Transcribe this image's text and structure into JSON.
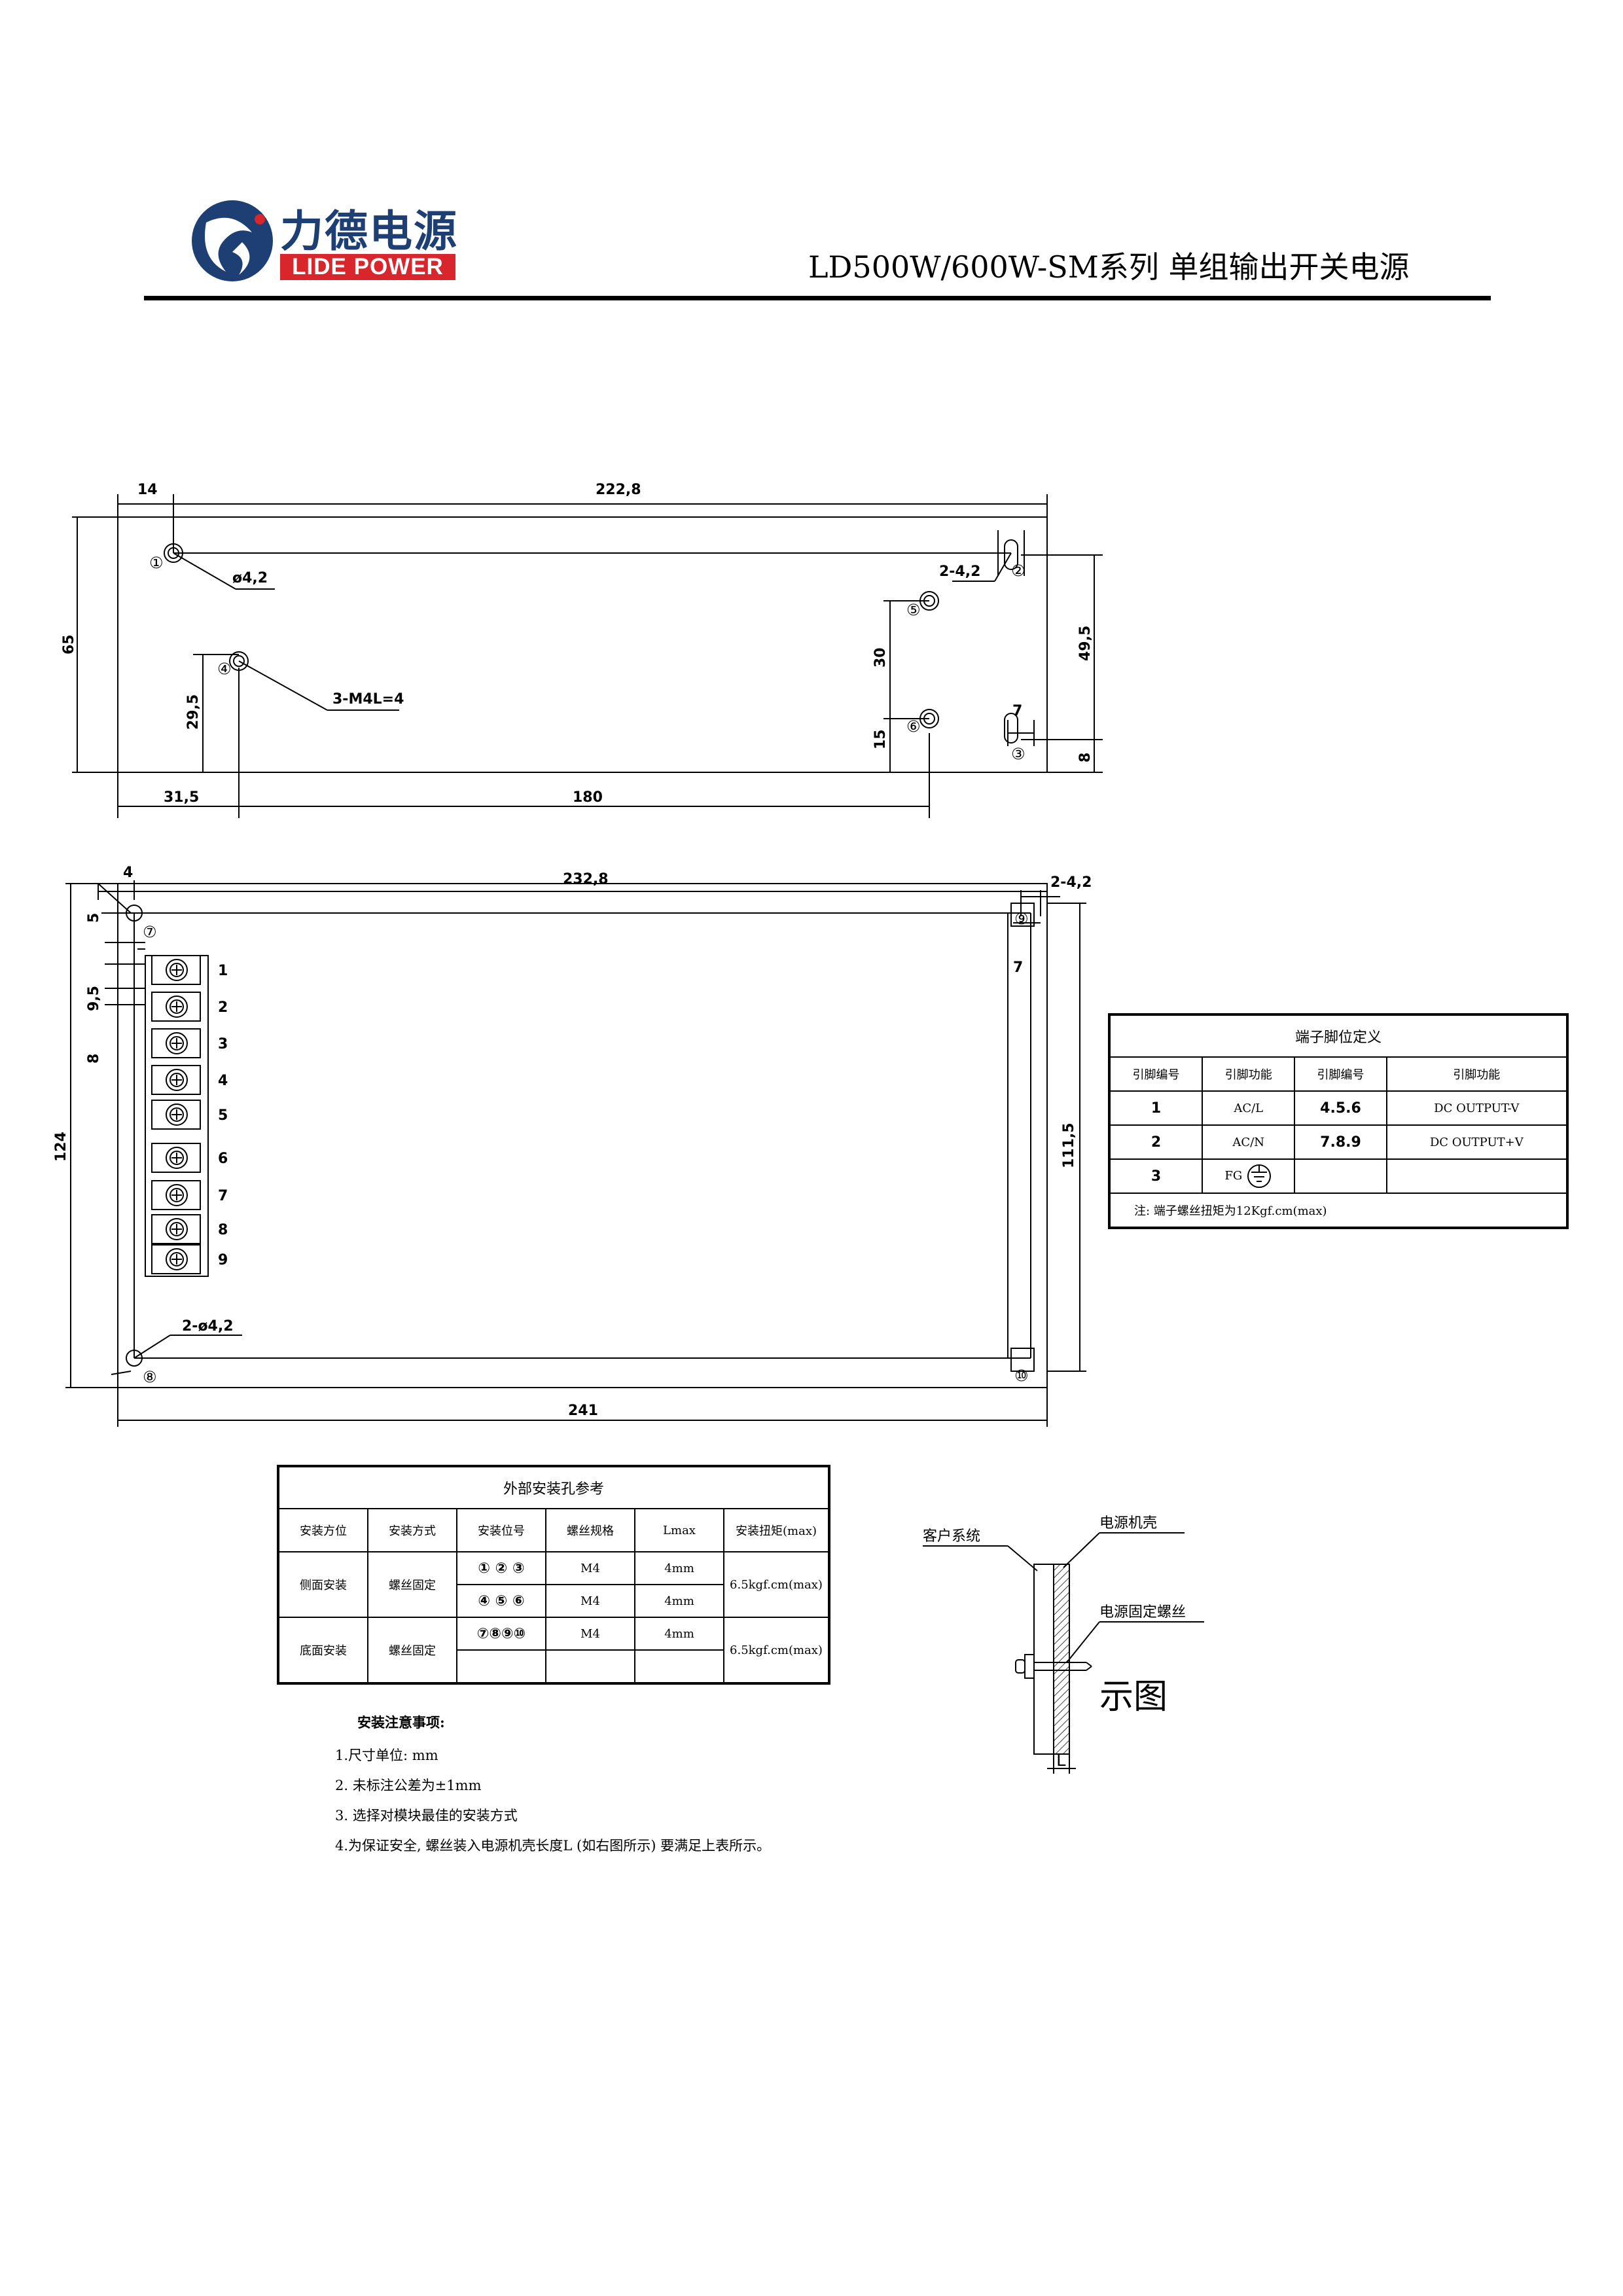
{
  "header": {
    "brand_cn": "力德电源",
    "brand_en": "LIDE POWER",
    "title": "LD500W/600W-SM系列 单组输出开关电源"
  },
  "drawing_top": {
    "dims": {
      "d14": "14",
      "d222": "222,8",
      "d65": "65",
      "d42": "ø4,2",
      "d2_42": "2-4,2",
      "d30": "30",
      "d495": "49,5",
      "d295": "29,5",
      "m4": "3-M4L=4",
      "d15": "15",
      "d7": "7",
      "d8": "8",
      "d315": "31,5",
      "d180": "180"
    },
    "markers": [
      "①",
      "②",
      "③",
      "④",
      "⑤",
      "⑥"
    ]
  },
  "drawing_bottom": {
    "dims": {
      "d4": "4",
      "d232": "232,8",
      "d2_42": "2-4,2",
      "d5": "5",
      "d95": "9,5",
      "d8": "8",
      "d124": "124",
      "d1115": "111,5",
      "d7": "7",
      "d2_o42": "2-ø4,2",
      "d241": "241"
    },
    "markers": [
      "⑦",
      "⑧",
      "⑨",
      "⑩"
    ],
    "terminals": [
      "1",
      "2",
      "3",
      "4",
      "5",
      "6",
      "7",
      "8",
      "9"
    ]
  },
  "pin_table": {
    "title": "端子脚位定义",
    "headers": [
      "引脚编号",
      "引脚功能",
      "引脚编号",
      "引脚功能"
    ],
    "rows": [
      [
        "1",
        "AC/L",
        "4.5.6",
        "DC OUTPUT-V"
      ],
      [
        "2",
        "AC/N",
        "7.8.9",
        "DC OUTPUT+V"
      ],
      [
        "3",
        "FG",
        "",
        ""
      ]
    ],
    "note": "注: 端子螺丝扭矩为12Kgf.cm(max)"
  },
  "mount_table": {
    "title": "外部安装孔参考",
    "headers": [
      "安装方位",
      "安装方式",
      "安装位号",
      "螺丝规格",
      "Lmax",
      "安装扭矩(max)"
    ],
    "side": {
      "orientation": "侧面安装",
      "method": "螺丝固定",
      "pos1": "① ② ③",
      "pos2": "④ ⑤ ⑥",
      "screw1": "M4",
      "screw2": "M4",
      "l1": "4mm",
      "l2": "4mm",
      "torque": "6.5kgf.cm(max)"
    },
    "bottom": {
      "orientation": "底面安装",
      "method": "螺丝固定",
      "pos": "⑦⑧⑨⑩",
      "screw": "M4",
      "l": "4mm",
      "torque": "6.5kgf.cm(max)"
    }
  },
  "notes": {
    "heading": "安装注意事项:",
    "items": [
      "1.尺寸单位: mm",
      "2. 未标注公差为±1mm",
      "3. 选择对模块最佳的安装方式",
      "4.为保证安全, 螺丝装入电源机壳长度L (如右图所示) 要满足上表所示。"
    ]
  },
  "schematic": {
    "customer": "客户系统",
    "case": "电源机壳",
    "screw": "电源固定螺丝",
    "caption": "示图",
    "l": "L"
  }
}
